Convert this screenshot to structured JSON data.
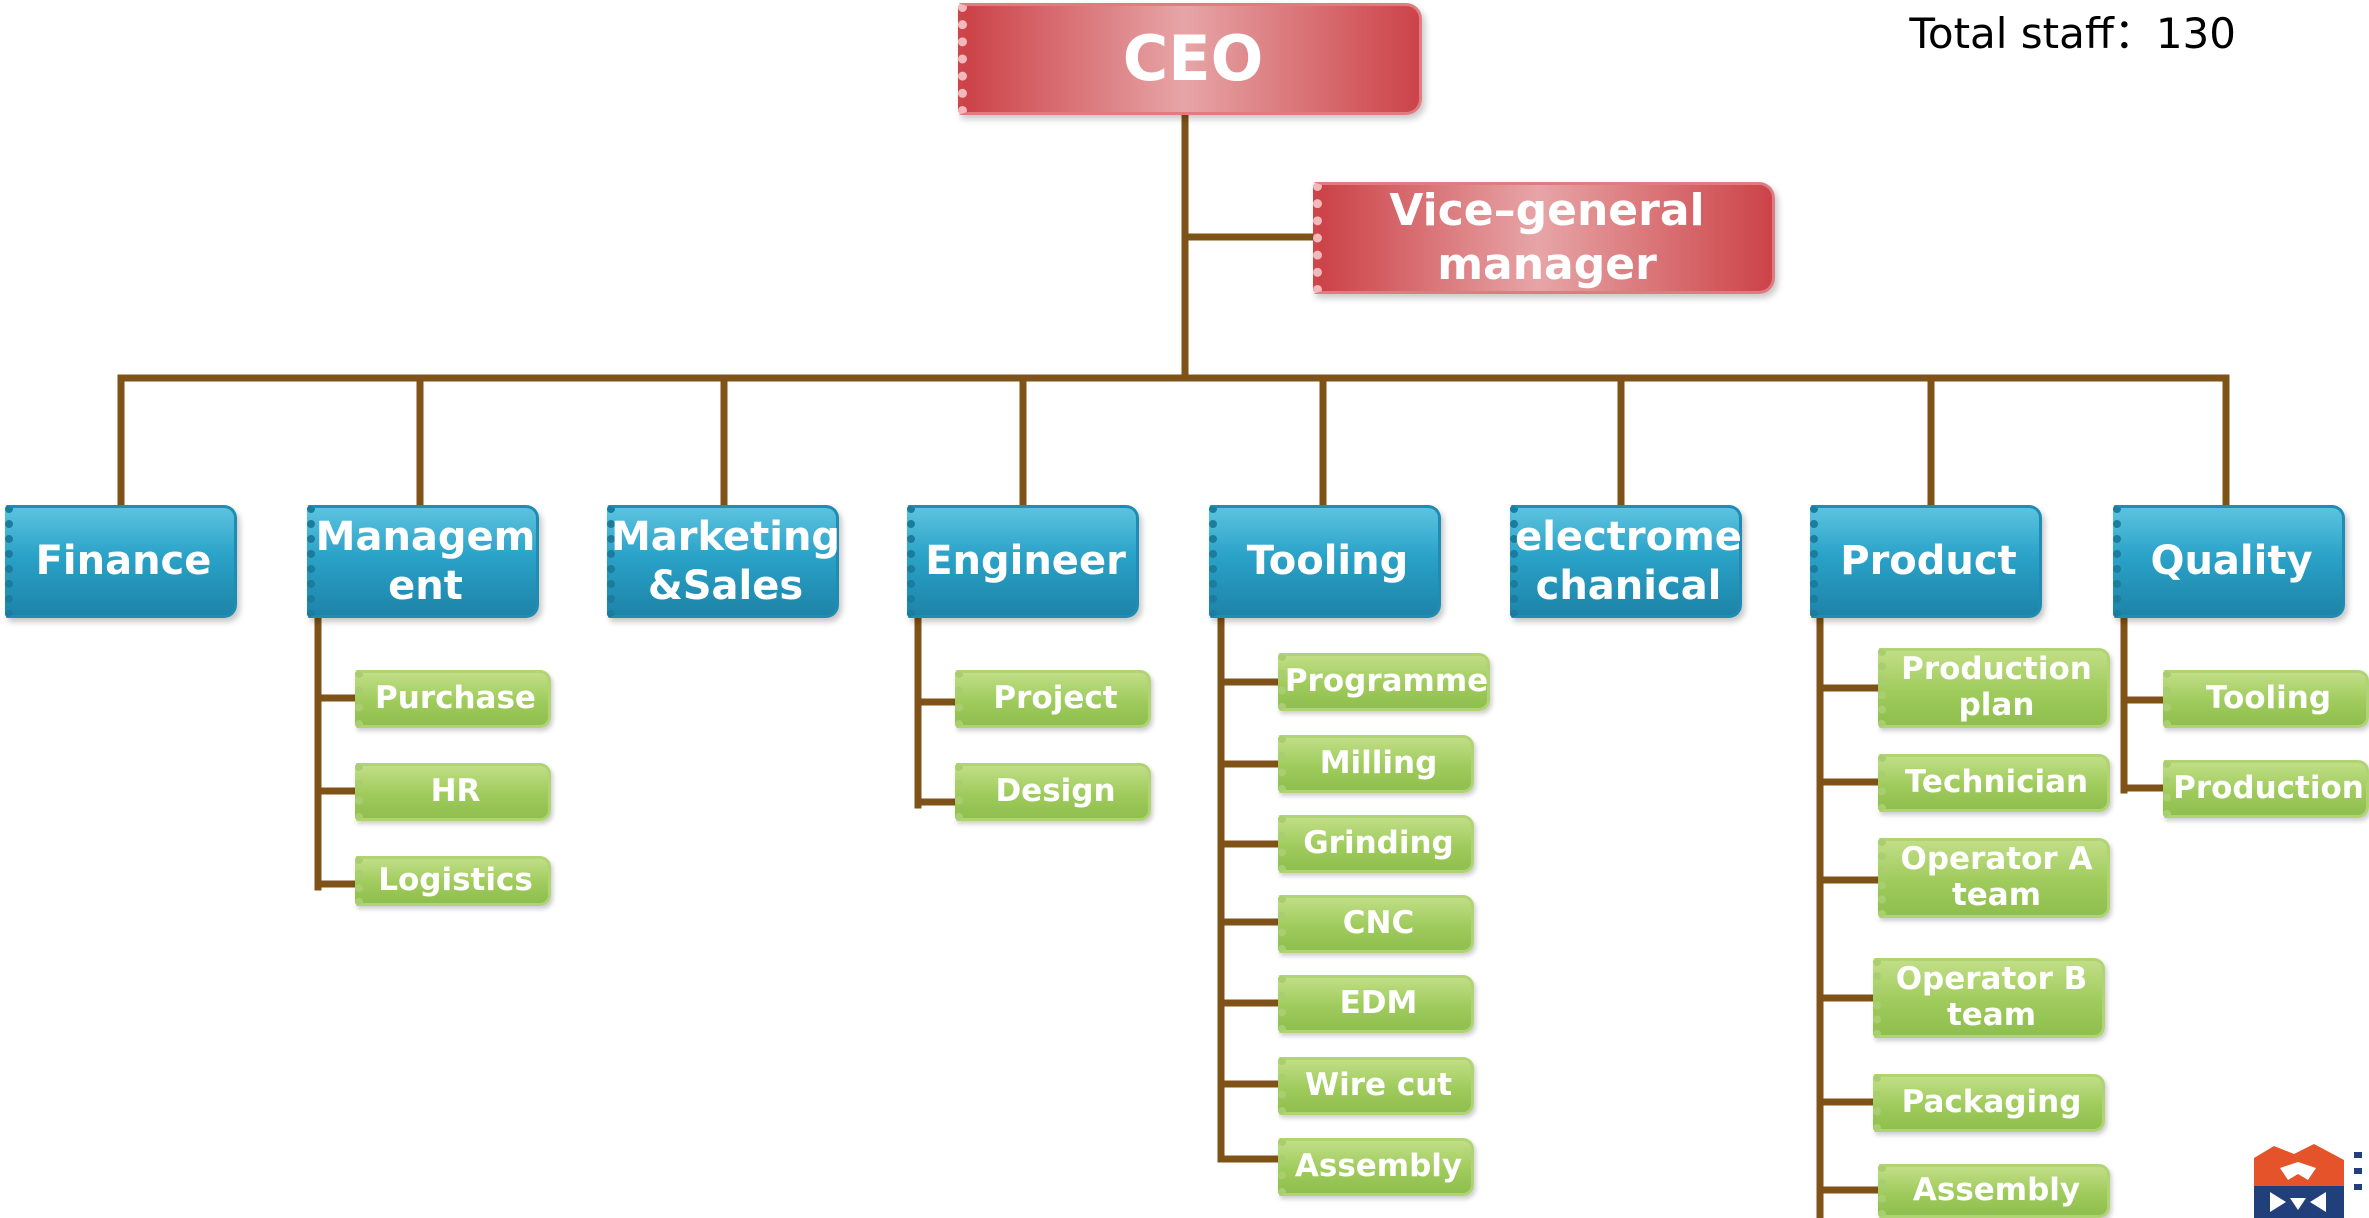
{
  "total_staff": "Total staff：130",
  "colors": {
    "connector": "#7f5217",
    "top_level": "#cc4348",
    "department": "#2aa2c8",
    "team": "#9fcb5c"
  },
  "ceo": "CEO",
  "vice": "Vice–general\nmanager",
  "departments": [
    {
      "label": "Finance",
      "units": []
    },
    {
      "label": "Managem\nent",
      "units": [
        "Purchase",
        "HR",
        "Logistics"
      ]
    },
    {
      "label": "Marketing\n&Sales",
      "units": []
    },
    {
      "label": "Engineer",
      "units": [
        "Project",
        "Design"
      ]
    },
    {
      "label": "Tooling",
      "units": [
        "Programme",
        "Milling",
        "Grinding",
        "CNC",
        "EDM",
        "Wire cut",
        "Assembly"
      ]
    },
    {
      "label": "electrome\nchanical",
      "units": []
    },
    {
      "label": "Product",
      "units": [
        "Production\nplan",
        "Technician",
        "Operator  A\nteam",
        "Operator  B\nteam",
        "Packaging",
        "Assembly"
      ]
    },
    {
      "label": "Quality",
      "units": [
        "Tooling",
        "Production"
      ]
    }
  ]
}
